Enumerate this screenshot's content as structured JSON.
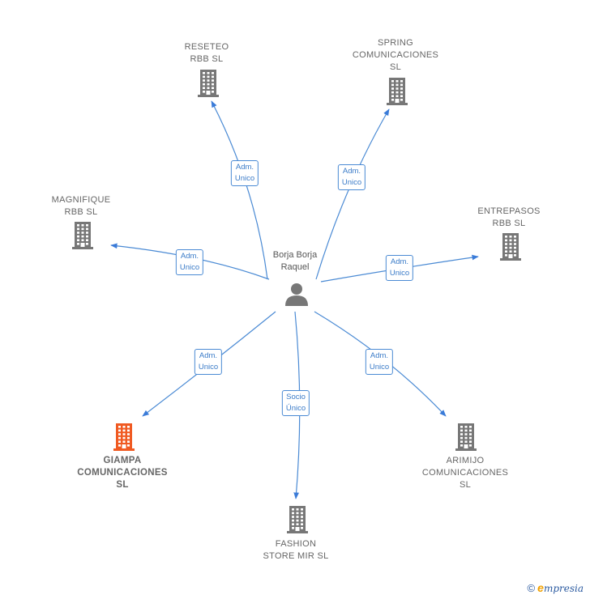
{
  "colors": {
    "edge": "#4a8ad4",
    "building": "#777777",
    "highlight": "#f05a22",
    "person": "#777777"
  },
  "center": {
    "lines": [
      "Borja Borja",
      "Raquel"
    ],
    "icon": "person-icon"
  },
  "nodes": [
    {
      "id": "reseteo",
      "lines": [
        "RESETEO",
        "RBB  SL"
      ],
      "highlight": false,
      "edge_lines": [
        "Adm.",
        "Unico"
      ]
    },
    {
      "id": "spring",
      "lines": [
        "SPRING",
        "COMUNICACIONES",
        "SL"
      ],
      "highlight": false,
      "edge_lines": [
        "Adm.",
        "Unico"
      ]
    },
    {
      "id": "magnifique",
      "lines": [
        "MAGNIFIQUE",
        "RBB  SL"
      ],
      "highlight": false,
      "edge_lines": [
        "Adm.",
        "Unico"
      ]
    },
    {
      "id": "entrepasos",
      "lines": [
        "ENTREPASOS",
        "RBB  SL"
      ],
      "highlight": false,
      "edge_lines": [
        "Adm.",
        "Unico"
      ]
    },
    {
      "id": "giampa",
      "lines": [
        "GIAMPA",
        "COMUNICACIONES",
        "SL"
      ],
      "highlight": true,
      "edge_lines": [
        "Adm.",
        "Unico"
      ]
    },
    {
      "id": "fashion",
      "lines": [
        "FASHION",
        "STORE MIR  SL"
      ],
      "highlight": false,
      "edge_lines": [
        "Socio",
        "Único"
      ]
    },
    {
      "id": "arimijo",
      "lines": [
        "ARIMIJO",
        "COMUNICACIONES",
        "SL"
      ],
      "highlight": false,
      "edge_lines": [
        "Adm.",
        "Unico"
      ]
    }
  ],
  "footer": {
    "copyright": "©",
    "brand_initial": "e",
    "brand_rest": "mpresia"
  }
}
